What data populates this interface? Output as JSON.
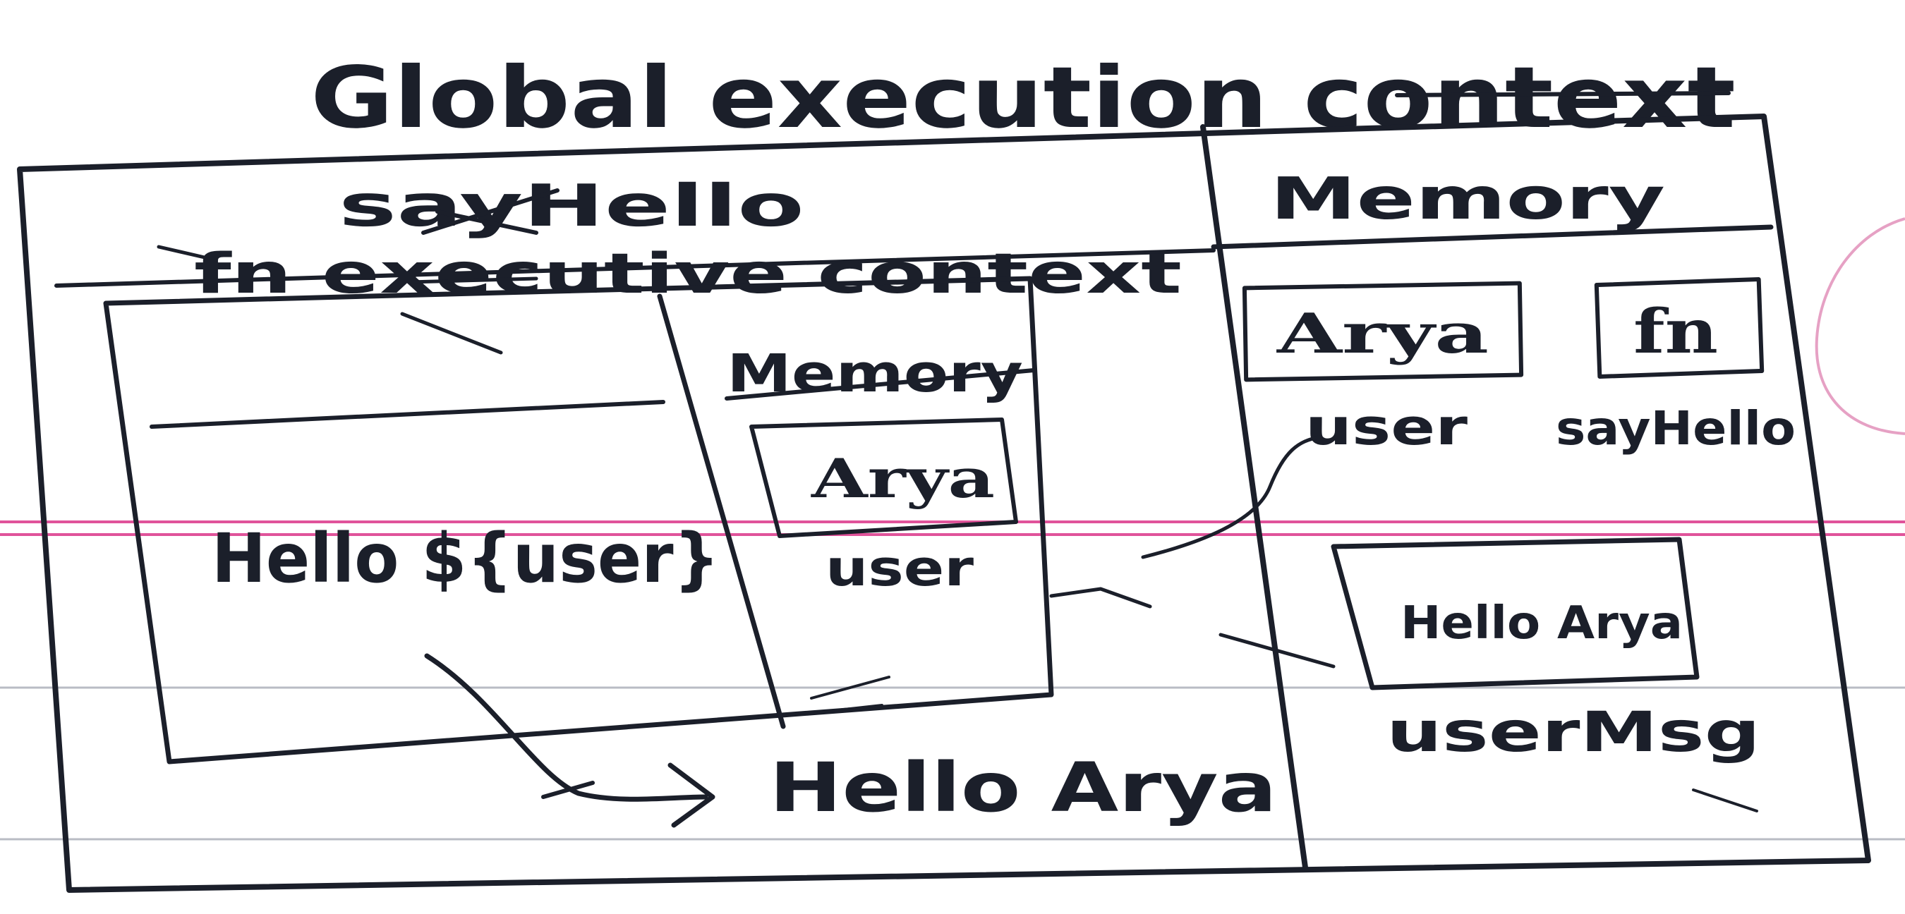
{
  "title": "Global execution context",
  "global_context": {
    "memory_label": "Memory",
    "variables": [
      {
        "value": "Arya",
        "name": "user"
      },
      {
        "value": "fn",
        "name": "sayHello"
      },
      {
        "value": "Hello Arya",
        "name": "userMsg"
      }
    ]
  },
  "function_context": {
    "function_name": "sayHello",
    "label": "fn executive context",
    "code": "Hello ${user}",
    "memory_label": "Memory",
    "variables": [
      {
        "value": "Arya",
        "name": "user"
      }
    ]
  },
  "return_value": "Hello Arya",
  "colors": {
    "ink": "#1b1f2a",
    "paper": "#ffffff",
    "ruled_line_gray": "#b9bcc4",
    "margin_line_pink": "#e0539a"
  }
}
